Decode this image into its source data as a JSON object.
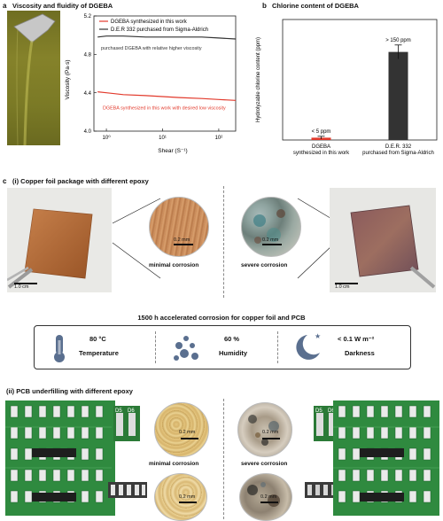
{
  "panel_a": {
    "letter": "a",
    "title": "Viscosity and fluidity of DGEBA",
    "chart_data": {
      "type": "line",
      "xlabel": "Shear (S⁻¹)",
      "ylabel": "Viscosity (Pa·s)",
      "xscale": "log",
      "xlim": [
        0.6,
        200
      ],
      "ylim": [
        4.0,
        5.2
      ],
      "yticks": [
        "4.0",
        "4.4",
        "4.8",
        "5.2"
      ],
      "xticks": [
        "10⁰",
        "10¹",
        "10²"
      ],
      "legend_position": "top",
      "series": [
        {
          "name": "DGEBA synthesized in this work",
          "color": "#e23a2c",
          "x": [
            0.7,
            1,
            2,
            5,
            10,
            20,
            50,
            100,
            200
          ],
          "values": [
            4.41,
            4.4,
            4.38,
            4.37,
            4.36,
            4.35,
            4.34,
            4.33,
            4.32
          ]
        },
        {
          "name": "D.E.R 332 purchased from Sigma-Aldrich",
          "color": "#333333",
          "x": [
            0.7,
            1,
            2,
            5,
            10,
            20,
            50,
            100,
            200
          ],
          "values": [
            4.98,
            4.99,
            4.99,
            4.98,
            4.98,
            4.98,
            4.98,
            4.97,
            4.96
          ]
        }
      ],
      "annotations": [
        {
          "text": "purchased DGEBA  with relative higher viscosity",
          "color": "#333333"
        },
        {
          "text": "DGEBA synthesized in this work with desired low viscosity",
          "color": "#e23a2c"
        }
      ]
    }
  },
  "panel_b": {
    "letter": "b",
    "title": "Chlorine content of DGEBA",
    "chart_data": {
      "type": "bar",
      "ylabel": "Hydrolyzable chlorine content (ppm)",
      "ylim": [
        0,
        260
      ],
      "categories": [
        "DGEBA synthesized in this work",
        "D.E.R. 332 purchased from Sigma-Aldrich"
      ],
      "category_lines": [
        [
          "DGEBA",
          "synthesized in this work"
        ],
        [
          "D.E.R. 332",
          "purchased from Sigma-Aldrich"
        ]
      ],
      "values": [
        5,
        190
      ],
      "errors": [
        3,
        15
      ],
      "colors": [
        "#e23a2c",
        "#333333"
      ],
      "labels": [
        "< 5 ppm",
        "> 150 ppm"
      ]
    }
  },
  "panel_c": {
    "letter": "c",
    "sub_i": "(i) Copper foil package with different epoxy",
    "scale_cm": "1.0 cm",
    "scale_mm": "0.2 mm",
    "minimal": "minimal corrosion",
    "severe": "severe corrosion",
    "conditions_title": "1500 h accelerated corrosion for copper foil and PCB",
    "conditions": [
      {
        "icon": "thermometer-icon",
        "value": "80 °C",
        "name": "Temperature"
      },
      {
        "icon": "humidity-icon",
        "value": "60 %",
        "name": "Humidity"
      },
      {
        "icon": "moon-icon",
        "value": "< 0.1 W m⁻²",
        "name": "Darkness"
      }
    ],
    "sub_ii": "(ii) PCB underfilling with different epoxy",
    "pcb_labels": {
      "d5": "D5",
      "d6": "D6"
    }
  }
}
